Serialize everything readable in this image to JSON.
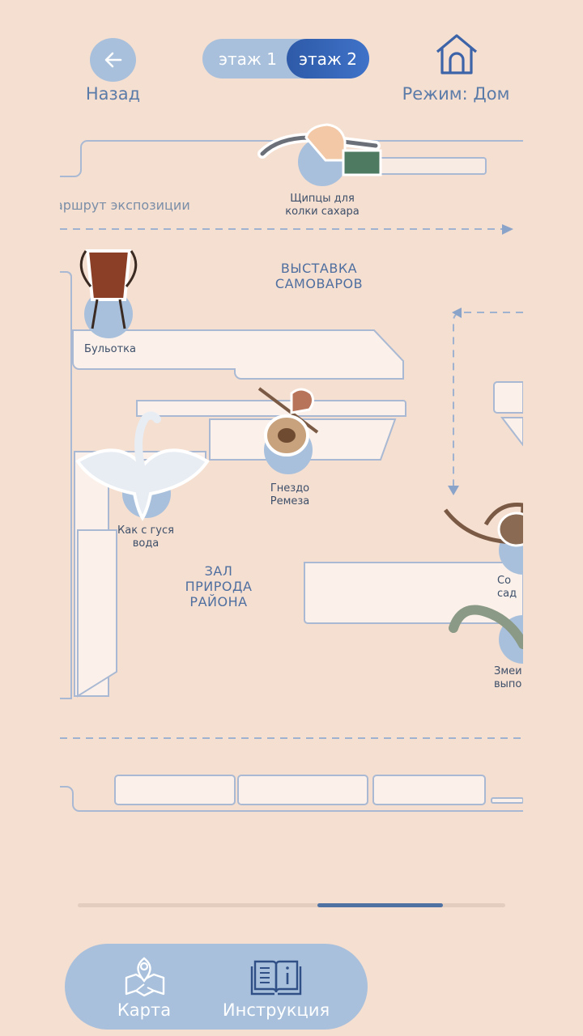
{
  "header": {
    "back_label": "Назад",
    "floor_1": "этаж 1",
    "floor_2": "этаж 2",
    "mode_label": "Режим: Дом"
  },
  "map": {
    "route_label": "аршрут экспозиции",
    "halls": {
      "samovar": "ВЫСТАВКА\nСАМОВАРОВ",
      "nature": "ЗАЛ\nПРИРОДА\nРАЙОНА"
    },
    "exhibits": {
      "tongs": "Щипцы для\nколки сахара",
      "bulotka": "Бульотка",
      "nest": "Гнездо\nРемеза",
      "goose": "Как с гуся\nвода",
      "partial_1": "Со\nсад",
      "partial_2": "Змеи\nвыпо"
    }
  },
  "nav": {
    "map_label": "Карта",
    "instructions_label": "Инструкция"
  },
  "colors": {
    "background": "#f5dfd0",
    "accent": "#3f72c8",
    "soft_blue": "#a8c0dc",
    "text_blue": "#5b7ba9"
  }
}
